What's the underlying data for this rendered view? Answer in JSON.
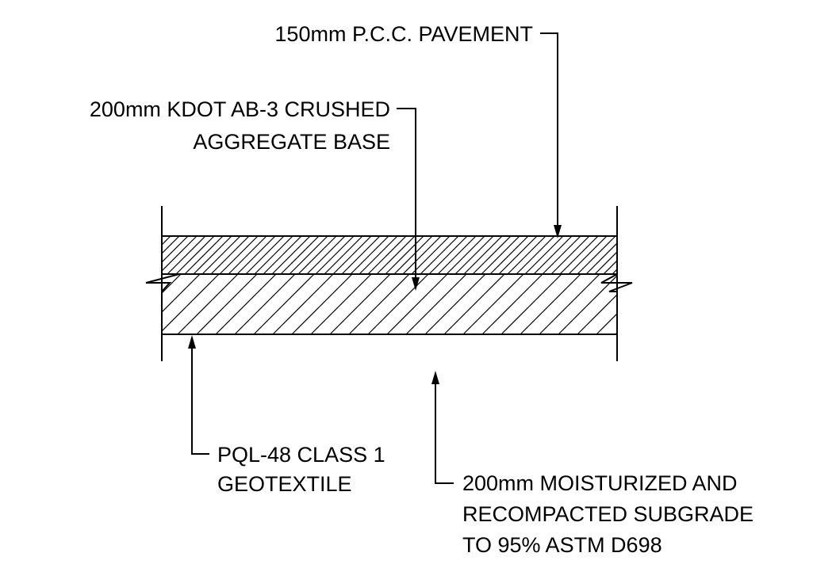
{
  "callouts": {
    "pavement": {
      "line1": "150mm P.C.C. PAVEMENT"
    },
    "base": {
      "line1": "200mm KDOT AB-3 CRUSHED",
      "line2": "AGGREGATE BASE"
    },
    "geotextile": {
      "line1": "PQL-48 CLASS 1",
      "line2": "GEOTEXTILE"
    },
    "subgrade": {
      "line1": "200mm MOISTURIZED AND",
      "line2": "RECOMPACTED SUBGRADE",
      "line3": "TO 95% ASTM D698"
    }
  },
  "colors": {
    "line": "#000000",
    "background": "#ffffff"
  }
}
